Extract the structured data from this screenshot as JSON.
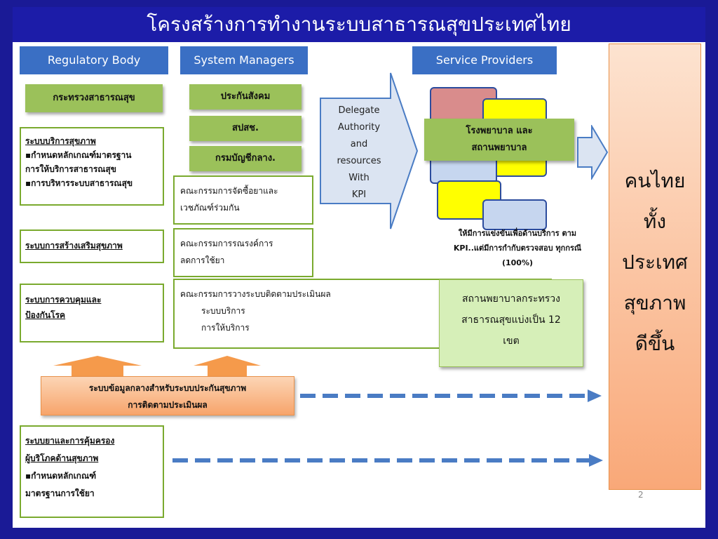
{
  "title": "โครงสร้างการทำงานระบบสาธารณสุขประเทศไทย",
  "headers": {
    "regulatory": "Regulatory Body",
    "managers": "System Managers",
    "providers": "Service Providers"
  },
  "regulatory": {
    "ministry": "กระทรวงสาธารณสุข",
    "health_service": {
      "heading": "ระบบบริการสุขภาพ",
      "line1": "▪กำหนดหลักเกณฑ์มาตรฐาน",
      "line2": "การให้บริการสาธารณสุข",
      "line3": "▪การบริหารระบบสาธารณสุข"
    },
    "promotion": "ระบบการสร้างเสริมสุขภาพ",
    "disease_control": {
      "line1": "ระบบการควบคุมและ",
      "line2": "ป้องกันโรค"
    },
    "drug_system": {
      "line1": "ระบบยาและการคุ้มครอง",
      "line2": "ผู้บริโภคด้านสุขภาพ",
      "line3": "▪กำหนดหลักเกณฑ์",
      "line4": "มาตรฐานการใช้ยา"
    }
  },
  "managers": {
    "social_security": "ประกันสังคม",
    "nhso": "สปสช.",
    "comptroller": "กรมบัญชีกลาง.",
    "procurement": {
      "line1": "คณะกรรมการจัดซื้อยาและ",
      "line2": "เวชภัณฑ์ร่วมกัน"
    },
    "campaign": {
      "line1": "คณะกรรมการรณรงค์การ",
      "line2": "ลดการใช้ยา"
    },
    "monitoring": {
      "line1": "คณะกรรมการวางระบบติดตามประเมินผล",
      "line2": "ระบบบริการ",
      "line3": "การให้บริการ"
    }
  },
  "delegate": {
    "line1": "Delegate",
    "line2": "Authority",
    "line3": "and",
    "line4": "resources",
    "line5": "With",
    "line6": "KPI"
  },
  "providers": {
    "hospital": {
      "line1": "โรงพยาบาล และ",
      "line2": "สถานพยาบาล"
    },
    "competition": {
      "line1": "ให้มีการแข่งขันเพื่อด้านบริการ ตาม",
      "line2": "KPI..แต่มีการกำกับตรวจสอบ ทุกกรณี",
      "line3": "(100%)"
    },
    "moph_hospitals": {
      "line1": "สถานพยาบาลกระทรวง",
      "line2": "สาธารณสุขแบ่งเป็น  12",
      "line3": "เขต"
    }
  },
  "data_system": {
    "line1": "ระบบข้อมูลกลางสำหรับระบบประกันสุขภาพ",
    "line2": "การติดตามประเมินผล"
  },
  "outcome": {
    "line1": "คนไทย",
    "line2": "ทั้ง",
    "line3": "ประเทศ",
    "line4": "สุขภาพ",
    "line5": "ดีขึ้น"
  },
  "page_number": "2",
  "colors": {
    "background": "#1a1a96",
    "title_bar": "#1c1ca8",
    "header_blue": "#3a6fc4",
    "green": "#9bc15a",
    "light_green": "#d6efb8",
    "orange": "#f7a46b",
    "dash_blue": "#4a7cc4"
  }
}
